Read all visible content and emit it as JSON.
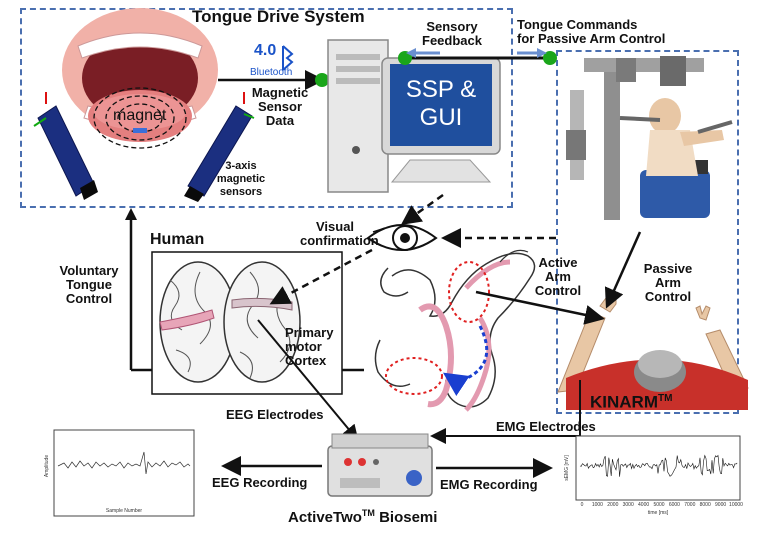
{
  "title": "Tongue Drive System",
  "labels": {
    "bluetooth_version": "4.0",
    "bluetooth": "Bluetooth",
    "magnet": "magnet",
    "magnetic_sensor_data": [
      "Magnetic",
      "Sensor",
      "Data"
    ],
    "sensors_3axis": [
      "3-axis",
      "magnetic",
      "sensors"
    ],
    "sensory_feedback": [
      "Sensory",
      "Feedback"
    ],
    "tongue_commands": [
      "Tongue Commands",
      "for Passive Arm  Control"
    ],
    "ssp_gui": [
      "SSP &",
      "GUI"
    ],
    "human": "Human",
    "visual_confirmation": [
      "Visual",
      "confirmation"
    ],
    "voluntary_tongue_control": [
      "Voluntary",
      "Tongue",
      "Control"
    ],
    "primary_motor_cortex": [
      "Primary",
      "motor",
      "Cortex"
    ],
    "active_arm_control": [
      "Active",
      "Arm",
      "Control"
    ],
    "passive_arm_control": [
      "Passive",
      "Arm",
      "Control"
    ],
    "kinarm": "KINARM",
    "kinarm_tm": "TM",
    "eeg_electrodes": "EEG Electrodes",
    "emg_electrodes": "EMG Electrodes",
    "eeg_recording": "EEG Recording",
    "emg_recording": "EMG Recording",
    "activetwo": "ActiveTwo",
    "activetwo_tm": "TM",
    "biosemi": " Biosemi"
  },
  "eeg_plot": {
    "xlabel": "Sample Number",
    "ylabel": "Amplitude"
  },
  "emg_plot": {
    "xlabel": "time [ms]",
    "ylabel": "sEMG [mV]",
    "xticks": [
      "0",
      "1000",
      "2000",
      "3000",
      "4000",
      "5000",
      "6000",
      "7000",
      "8000",
      "9000",
      "10000"
    ]
  },
  "colors": {
    "dashed_box": "#4a6fb0",
    "monitor_screen": "#1f4f9e",
    "green_connector": "#1aa61a",
    "feedback_arrow": "#6a8fd0",
    "cortex_highlight": "#e7a5b8",
    "pink_pathway": "#e39ab0",
    "red_circle": "#e02020",
    "blue_arc": "#1a3fd0"
  }
}
